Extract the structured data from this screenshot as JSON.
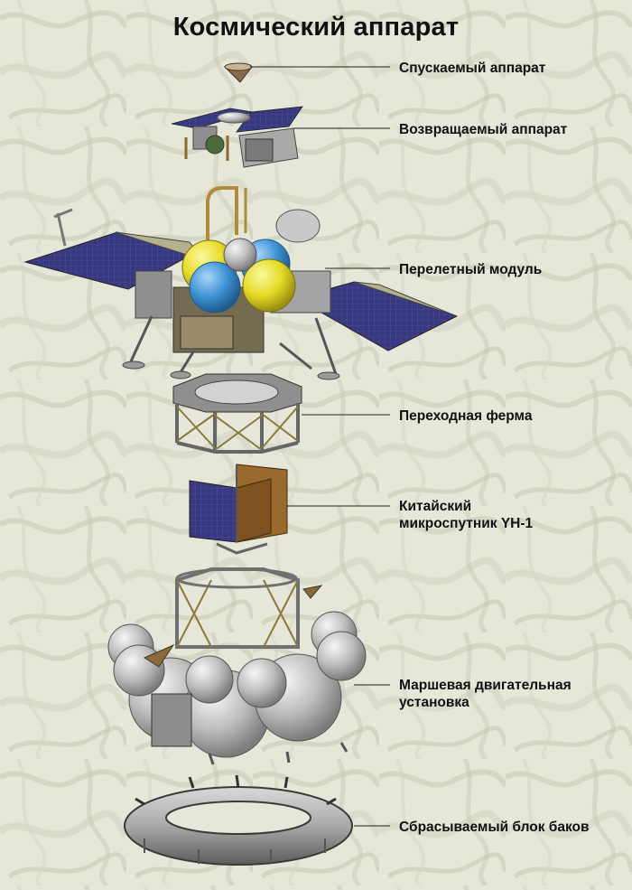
{
  "title": "Космический аппарат",
  "components": [
    {
      "id": "descent",
      "label": "Спускаемый аппарат"
    },
    {
      "id": "return",
      "label": "Возвращаемый аппарат"
    },
    {
      "id": "transfer",
      "label": "Перелетный модуль"
    },
    {
      "id": "adapter",
      "label": "Переходная ферма"
    },
    {
      "id": "micro",
      "label_lines": [
        "Китайский",
        "микроспутник YH-1"
      ]
    },
    {
      "id": "propulsion",
      "label_lines": [
        "Маршевая двигательная",
        "установка"
      ]
    },
    {
      "id": "tanks",
      "label": "Сбрасываемый блок баков"
    }
  ],
  "colors": {
    "background": "#e7e8da",
    "solar_panel": "#3a3a86",
    "tank_yellow": "#e8df2a",
    "tank_blue": "#3f93d6",
    "metal": "#b8b8b8",
    "gold_foil": "#9a6a2c"
  }
}
